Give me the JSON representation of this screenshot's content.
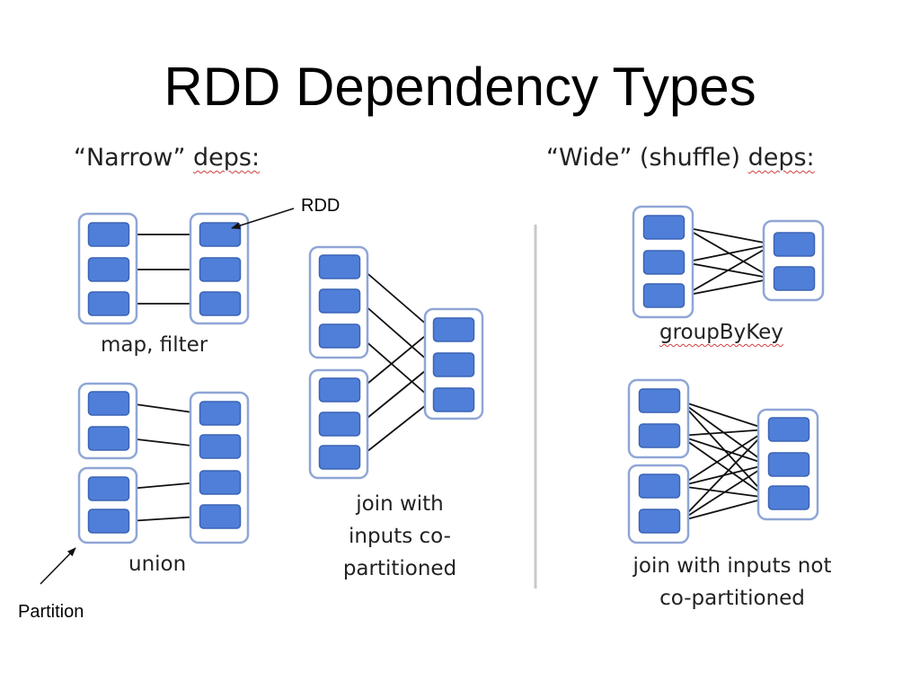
{
  "title": "RDD Dependency Types",
  "narrow": {
    "heading_quoted": "“Narrow”",
    "heading_rest": "deps:",
    "map_filter_label": "map, filter",
    "union_label": "union",
    "join_label_lines": [
      "join with",
      "inputs co-",
      "partitioned"
    ]
  },
  "wide": {
    "heading_quoted": "“Wide” (shuffle)",
    "heading_rest": "deps:",
    "groupbykey_label": "groupByKey",
    "join_label_lines": [
      "join with inputs not",
      "co-partitioned"
    ]
  },
  "callouts": {
    "rdd": "RDD",
    "partition": "Partition"
  },
  "colors": {
    "partition_fill": "#4f7fd8",
    "partition_stroke": "#3c63b5",
    "rdd_border": "#8fa6d6",
    "arrow": "#111111",
    "divider": "#c9c9c9"
  }
}
